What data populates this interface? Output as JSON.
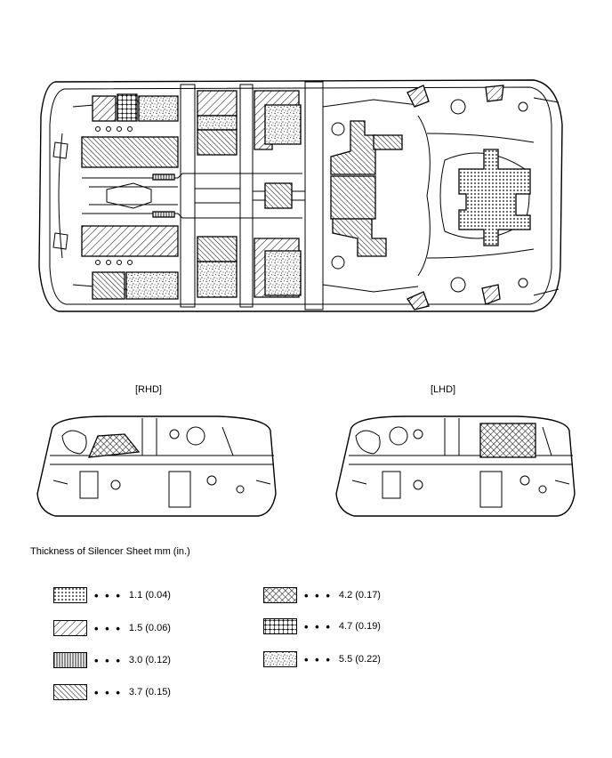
{
  "diagram": {
    "rhd_label": "[RHD]",
    "lhd_label": "[LHD]",
    "legend_title": "Thickness of Silencer Sheet mm (in.)",
    "legend_separator": "• • •",
    "legend": [
      {
        "pattern": "dots-fine",
        "value": "1.1 (0.04)"
      },
      {
        "pattern": "hatch-diag-light",
        "value": "1.5 (0.06)"
      },
      {
        "pattern": "hatch-vertical",
        "value": "3.0 (0.12)"
      },
      {
        "pattern": "hatch-diag-dense",
        "value": "3.7 (0.15)"
      },
      {
        "pattern": "crosshatch",
        "value": "4.2 (0.17)"
      },
      {
        "pattern": "grid-dots",
        "value": "4.7 (0.19)"
      },
      {
        "pattern": "speckle",
        "value": "5.5 (0.22)"
      }
    ]
  }
}
